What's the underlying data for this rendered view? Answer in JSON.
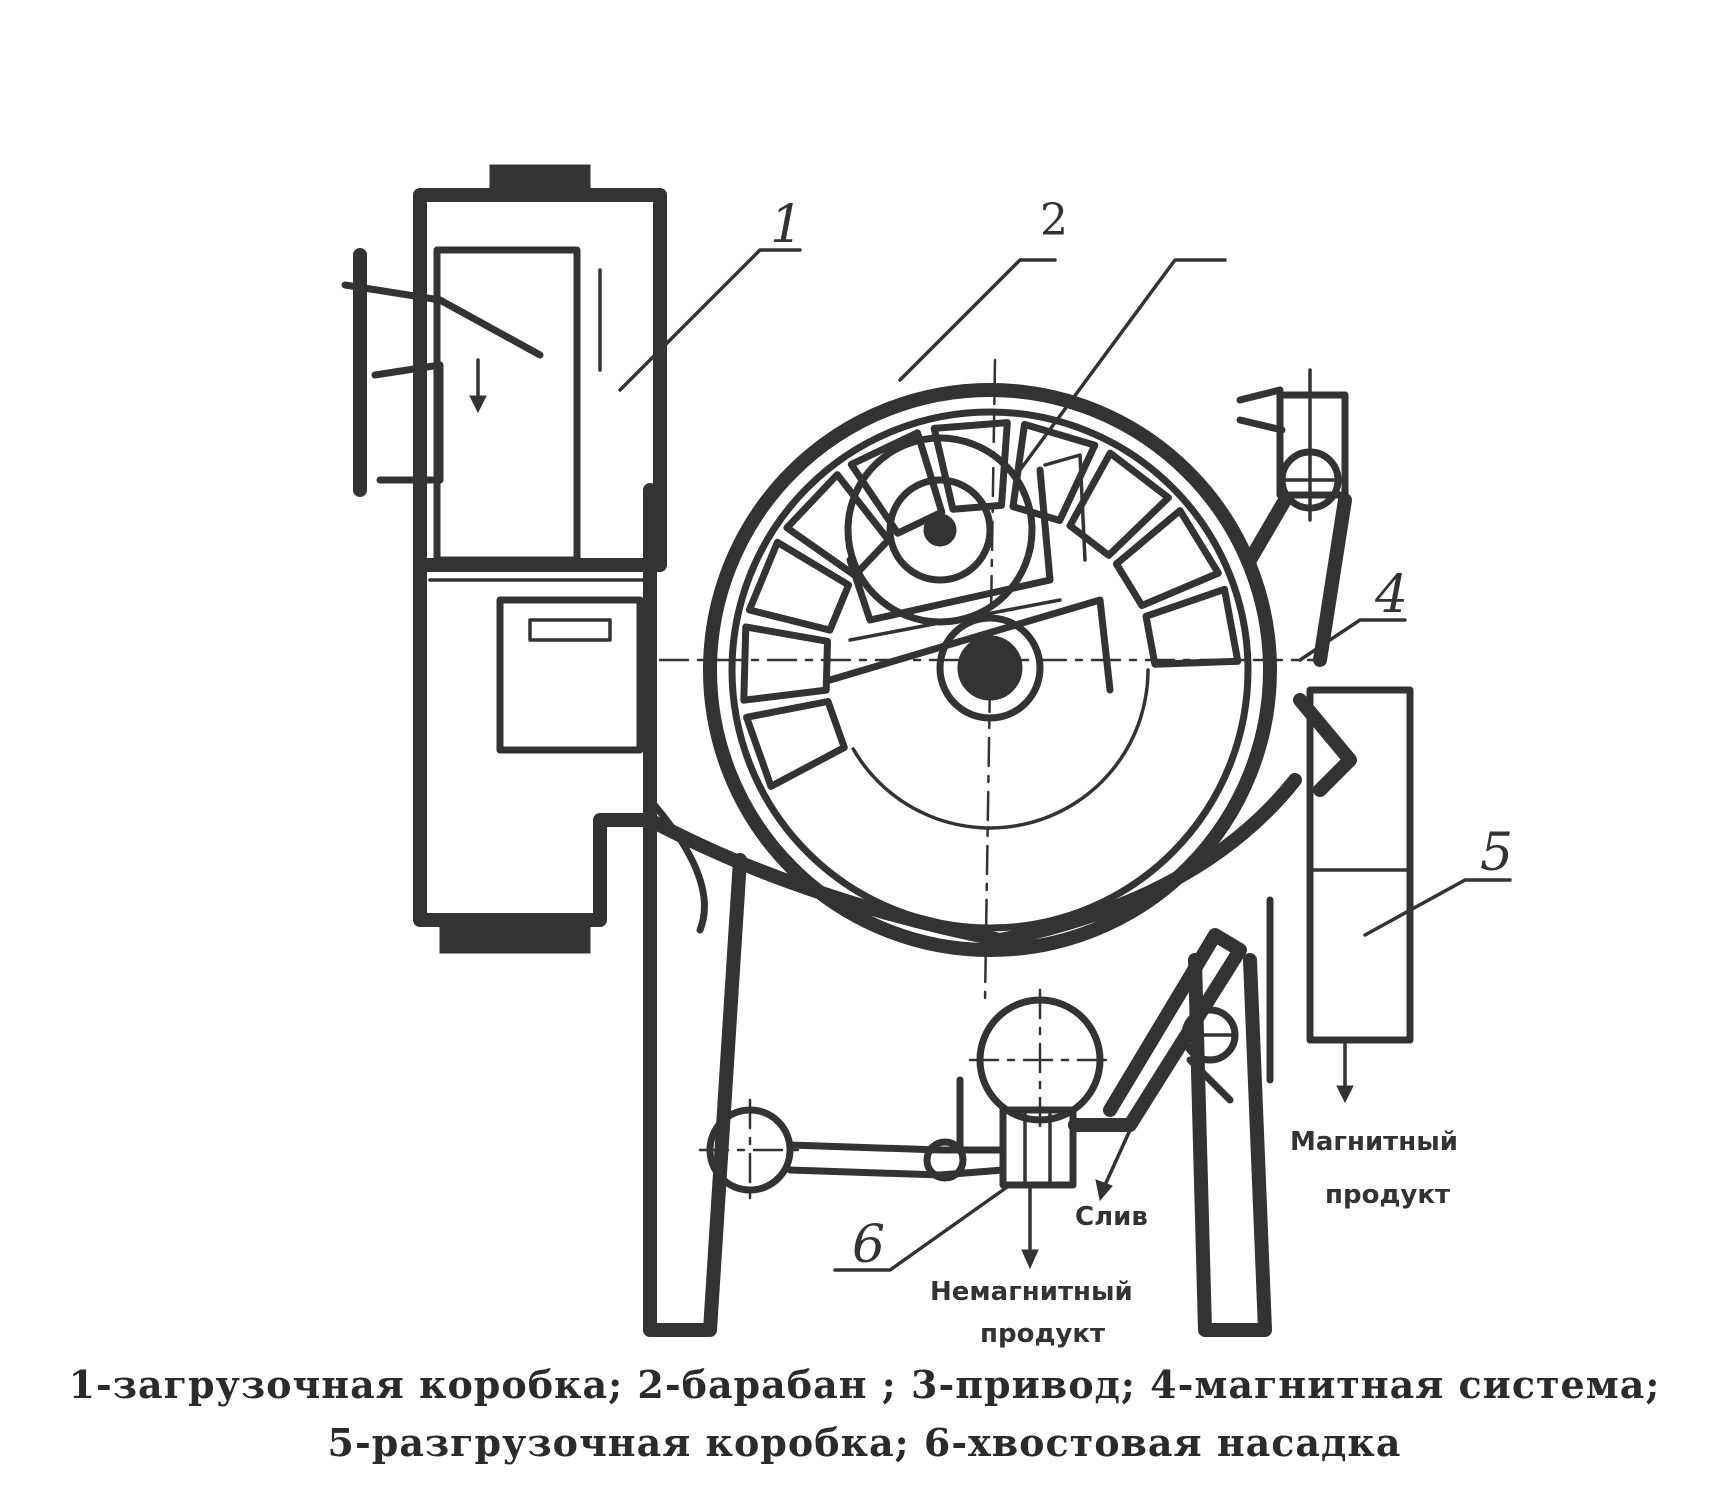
{
  "callouts": {
    "one": "1",
    "two": "2",
    "four": "4",
    "five": "5",
    "six": "6"
  },
  "outputs": {
    "magnetic_line1": "Магнитный",
    "magnetic_line2": "продукт",
    "drain": "Слив",
    "nonmagnetic_line1": "Немагнитный",
    "nonmagnetic_line2": "продукт"
  },
  "caption": {
    "line1": "1-загрузочная коробка; 2-барабан ; 3-привод; 4-магнитная система;",
    "line2": "5-разгрузочная коробка; 6-хвостовая насадка"
  }
}
